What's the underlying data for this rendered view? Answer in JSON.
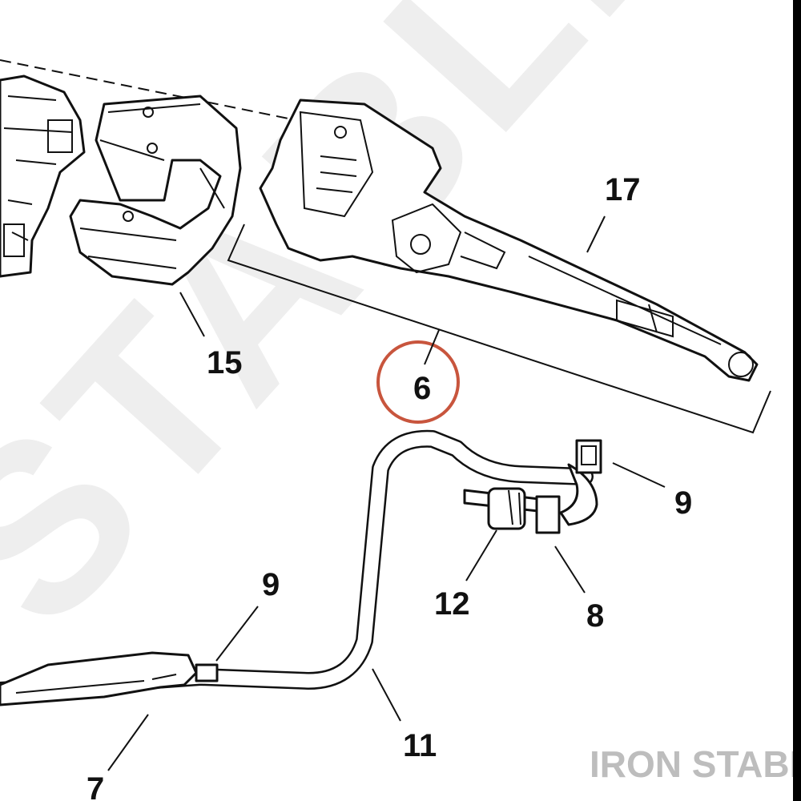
{
  "watermark": "STABLE",
  "brand": "IRON STABLE",
  "highlight_color": "#c8553d",
  "callouts": {
    "c17": "17",
    "c15": "15",
    "c6": "6",
    "c9a": "9",
    "c12": "12",
    "c8": "8",
    "c9b": "9",
    "c11": "11",
    "c7": "7"
  }
}
